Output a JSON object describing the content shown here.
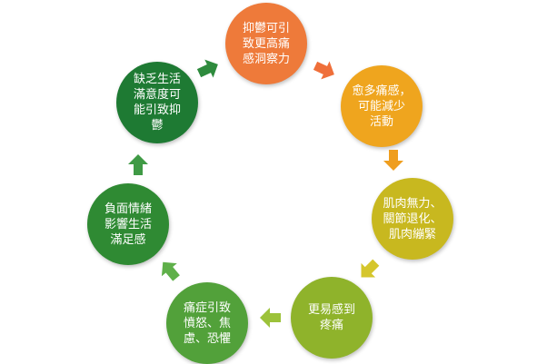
{
  "diagram": {
    "nodes": [
      {
        "text": "抑鬱可引\n致更高痛\n感洞察力",
        "color": "#ee7a3a"
      },
      {
        "text": "愈多痛感，\n可能減少\n活動",
        "color": "#efa51e"
      },
      {
        "text": "肌肉無力、\n關節退化、\n肌肉繃緊",
        "color": "#c8b81f"
      },
      {
        "text": "更易感到\n疼痛",
        "color": "#8fb32b"
      },
      {
        "text": "痛症引致\n憤怒、焦\n慮、恐懼",
        "color": "#52a13a"
      },
      {
        "text": "負面情緒\n影響生活\n滿足感",
        "color": "#2f8a33"
      },
      {
        "text": "缺乏生活\n滿意度可\n能引致抑\n鬱",
        "color": "#1e7a33"
      }
    ],
    "arrows": [
      {
        "color": "#ef6f3a"
      },
      {
        "color": "#ef9e1f"
      },
      {
        "color": "#d5c62c"
      },
      {
        "color": "#9cc23a"
      },
      {
        "color": "#5fb04a"
      },
      {
        "color": "#3f9a45"
      },
      {
        "color": "#2e8b3d"
      }
    ]
  }
}
